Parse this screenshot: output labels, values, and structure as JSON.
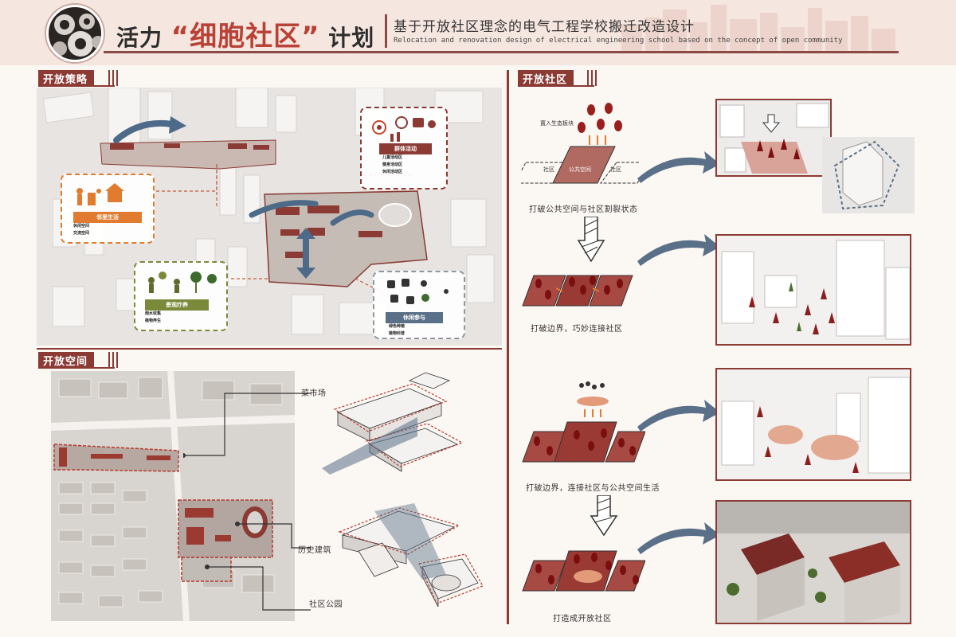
{
  "header": {
    "title_prefix": "活力",
    "title_highlight": "“细胞社区”",
    "title_suffix": "计划",
    "subtitle_cn": "基于开放社区理念的电气工程学校搬迁改造设计",
    "subtitle_en": "Relocation and renovation design of electrical engineering school based on the concept of open community"
  },
  "sections": {
    "strategy": "开放策略",
    "space": "开放空间",
    "community": "开放社区"
  },
  "strategy_callouts": {
    "neighborhood": {
      "tag": "邻里生活",
      "items": [
        "休闲空间",
        "交流空间"
      ]
    },
    "group": {
      "tag": "群体活动",
      "items": [
        "儿童活动区",
        "健身活动区",
        "休闲活动区"
      ]
    },
    "ecology": {
      "tag": "景观疗养",
      "items": [
        "雨水收集",
        "植物养生"
      ]
    },
    "leisure": {
      "tag": "休闲参与",
      "items": [
        "绿色种植",
        "植物科普"
      ]
    }
  },
  "space_labels": {
    "market": "菜市场",
    "historic": "历史建筑",
    "park": "社区公园"
  },
  "community_steps": {
    "eco_intro": "置入生态板块",
    "community_left": "社区",
    "public_space": "公共空间",
    "community_right": "社区",
    "step1": "打破公共空间与社区割裂状态",
    "step2": "打破边界，巧妙连接社区",
    "step3": "打破边界，连接社区与公共空间生活",
    "step4": "打造成开放社区"
  },
  "colors": {
    "accent": "#8b3a34",
    "orange": "#e07b2f",
    "olive": "#7a8a3a",
    "slate": "#5a7088"
  }
}
